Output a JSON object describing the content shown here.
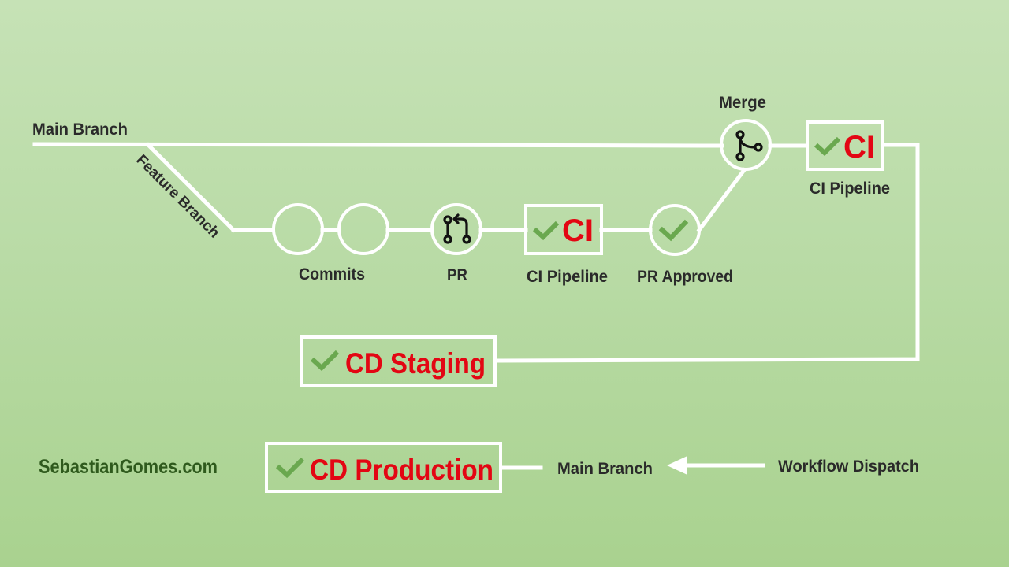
{
  "colors": {
    "line": "#ffffff",
    "check": "#6aa84f",
    "red_text": "#e30613",
    "label_text": "#2a2a2a",
    "brand_text": "#2f5a1d"
  },
  "labels": {
    "main_branch_top": "Main Branch",
    "feature_branch": "Feature Branch",
    "commits": "Commits",
    "pr": "PR",
    "ci_pipeline_feature": "CI Pipeline",
    "pr_approved": "PR Approved",
    "merge": "Merge",
    "ci_pipeline_main": "CI Pipeline",
    "main_branch_bottom": "Main Branch",
    "workflow_dispatch": "Workflow Dispatch",
    "brand": "SebastianGomes.com"
  },
  "boxes": {
    "ci_feature": "CI",
    "ci_main": "CI",
    "cd_staging": "CD Staging",
    "cd_production": "CD Production"
  },
  "icons": {
    "pr": "pull-request-icon",
    "merge": "merge-icon",
    "check": "check-icon"
  }
}
